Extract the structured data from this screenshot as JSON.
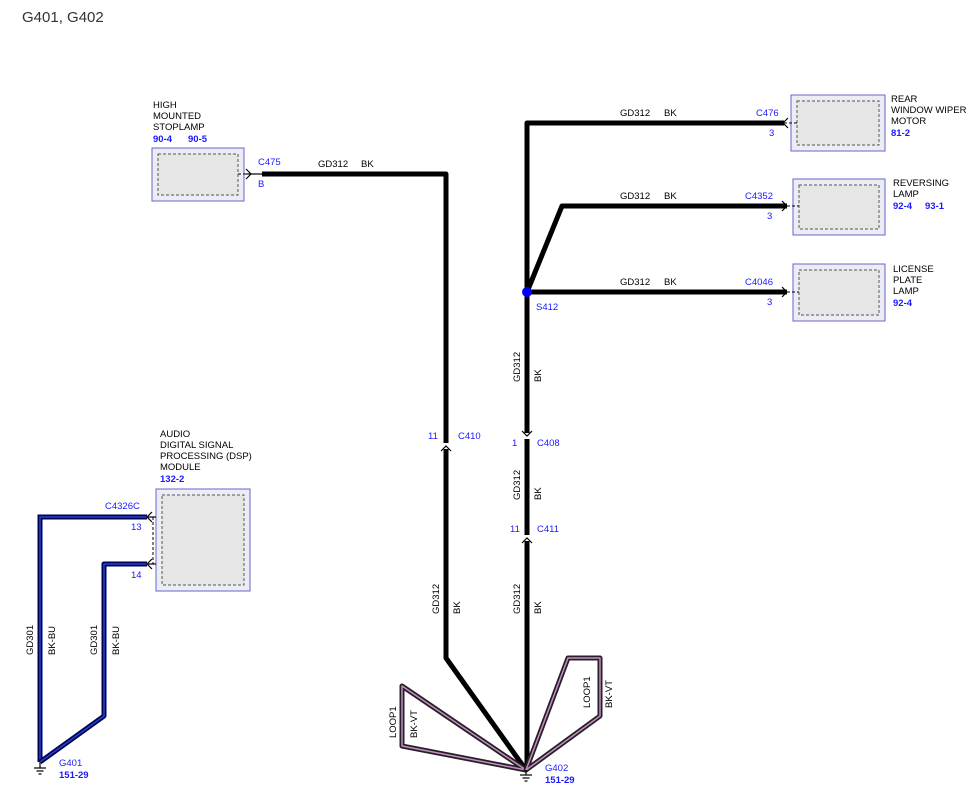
{
  "title": "G401, G402",
  "components": {
    "stoplamp": {
      "name": [
        "HIGH",
        "MOUNTED",
        "STOPLAMP"
      ],
      "refs": [
        "90-4",
        "90-5"
      ]
    },
    "wiper": {
      "name": [
        "REAR",
        "WINDOW WIPER",
        "MOTOR"
      ],
      "refs": [
        "81-2"
      ]
    },
    "reversing": {
      "name": [
        "REVERSING",
        "LAMP"
      ],
      "refs": [
        "92-4",
        "93-1"
      ]
    },
    "license": {
      "name": [
        "LICENSE",
        "PLATE",
        "LAMP"
      ],
      "refs": [
        "92-4"
      ]
    },
    "dsp": {
      "name": [
        "AUDIO",
        "DIGITAL SIGNAL",
        "PROCESSING (DSP)",
        "MODULE"
      ],
      "refs": [
        "132-2"
      ]
    }
  },
  "connectors": {
    "c475": {
      "id": "C475",
      "pin": "B"
    },
    "c476": {
      "id": "C476",
      "pin": "3"
    },
    "c4352": {
      "id": "C4352",
      "pin": "3"
    },
    "c4046": {
      "id": "C4046",
      "pin": "3"
    },
    "c410": {
      "id": "C410",
      "pin": "11"
    },
    "c408": {
      "id": "C408",
      "pin": "1"
    },
    "c411": {
      "id": "C411",
      "pin": "11"
    },
    "c4326c": {
      "id": "C4326C",
      "pin13": "13",
      "pin14": "14"
    }
  },
  "splice": {
    "id": "S412"
  },
  "grounds": {
    "g401": {
      "id": "G401",
      "ref": "151-29"
    },
    "g402": {
      "id": "G402",
      "ref": "151-29"
    }
  },
  "wires": {
    "gd312": {
      "circuit": "GD312",
      "color": "BK"
    },
    "gd301": {
      "circuit": "GD301",
      "color": "BK-BU"
    },
    "loop1": {
      "circuit": "LOOP1",
      "color": "BK-VT"
    }
  },
  "colors": {
    "wire": "#000000",
    "label_blue": "#1a1aff",
    "splice_dot": "#0000ff",
    "component_border": "#6666cc"
  }
}
